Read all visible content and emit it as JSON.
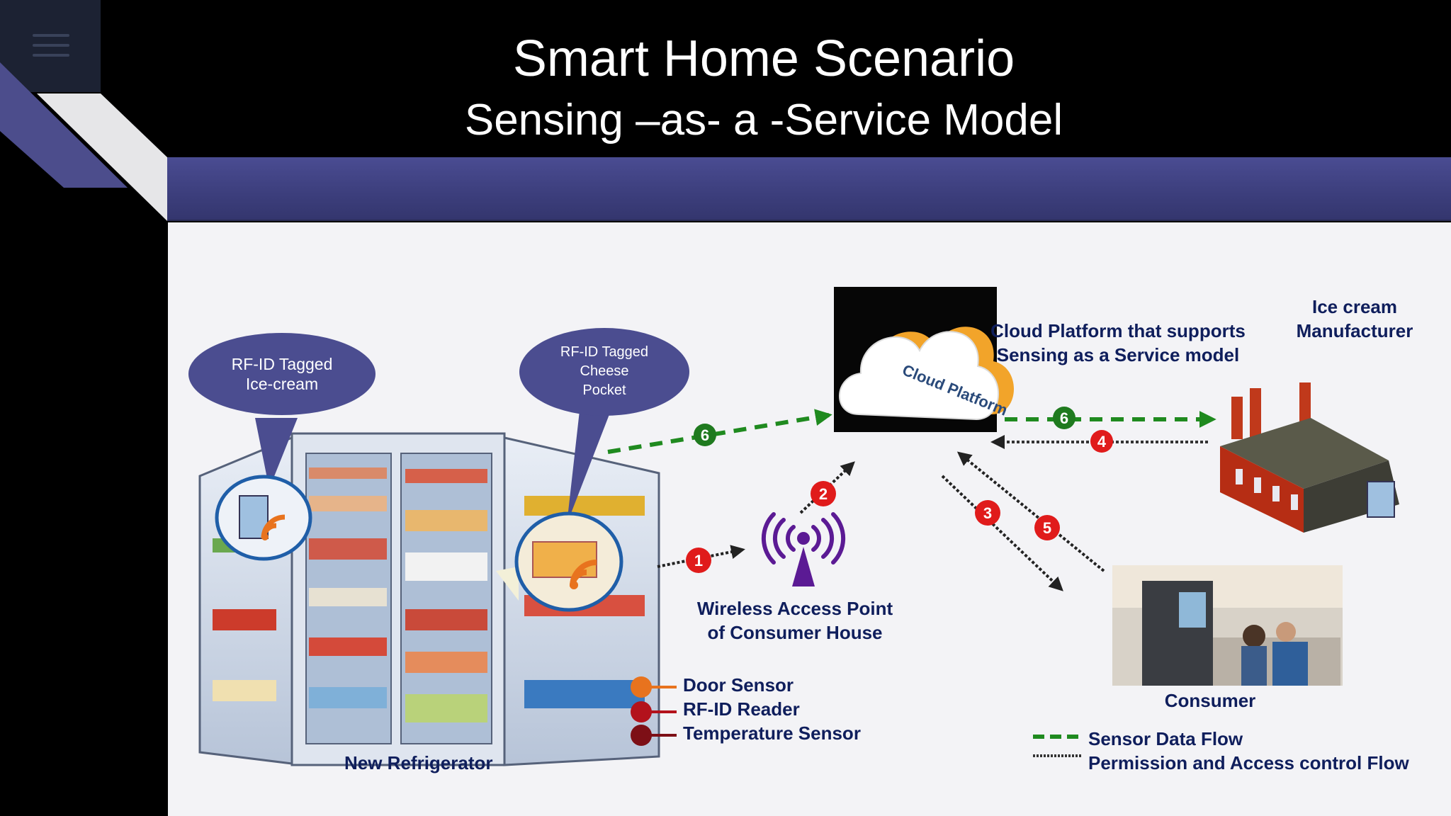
{
  "slide": {
    "title": "Smart Home Scenario",
    "subtitle": "Sensing –as- a -Service Model"
  },
  "menu": {
    "icon": "hamburger-menu-icon"
  },
  "callouts": {
    "icecream": {
      "line1": "RF-ID Tagged",
      "line2": "Ice-cream"
    },
    "cheese": {
      "line1": "RF-ID Tagged",
      "line2": "Cheese",
      "line3": "Pocket"
    }
  },
  "cloud": {
    "image_text": "Cloud Platform",
    "caption_line1": "Cloud Platform that supports",
    "caption_line2": "Sensing as a Service model"
  },
  "manufacturer": {
    "line1": "Ice cream",
    "line2": "Manufacturer"
  },
  "access_point": {
    "line1": "Wireless Access Point",
    "line2": "of Consumer House"
  },
  "consumer": {
    "label": "Consumer"
  },
  "refrigerator": {
    "label": "New Refrigerator"
  },
  "sensors": [
    {
      "label": "Door Sensor",
      "color": "#e8731e"
    },
    {
      "label": "RF-ID Reader",
      "color": "#b3121c"
    },
    {
      "label": "Temperature Sensor",
      "color": "#7d0f16"
    }
  ],
  "flows": [
    {
      "number": "1",
      "color": "#e01b1b"
    },
    {
      "number": "2",
      "color": "#e01b1b"
    },
    {
      "number": "3",
      "color": "#e01b1b"
    },
    {
      "number": "4",
      "color": "#e01b1b"
    },
    {
      "number": "5",
      "color": "#e01b1b"
    },
    {
      "number": "6",
      "color": "#1f7a1f"
    }
  ],
  "legend": {
    "sensor_flow": "Sensor Data Flow",
    "permission_flow": "Permission and Access control Flow",
    "sensor_flow_color": "#1f8a1f",
    "permission_flow_color": "#333333"
  },
  "colors": {
    "accent_band": "#4a4c92",
    "label_text": "#0f1e5c",
    "bubble": "#4b4d90",
    "cloud_accent": "#f2a42a"
  }
}
